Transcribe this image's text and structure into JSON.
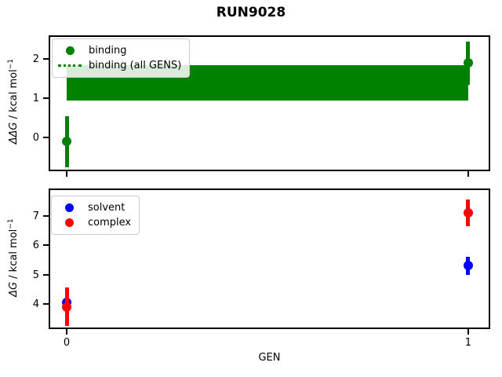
{
  "figure": {
    "title": "RUN9028"
  },
  "colors": {
    "binding": "#008000",
    "solvent": "#0000ff",
    "complex": "#ff0000"
  },
  "chart_data": [
    {
      "type": "errorbar",
      "title": "RUN9028",
      "ylabel": "ΔΔG / kcal mol⁻¹",
      "ylabel_parts": {
        "math": "ΔΔG",
        "rest": " / kcal mol",
        "sup": "−1"
      },
      "ylim": [
        -0.86,
        2.6
      ],
      "yticks": [
        0,
        1,
        2
      ],
      "x": [
        0,
        1
      ],
      "xlim": [
        -0.045,
        1.055
      ],
      "grid": false,
      "series": [
        {
          "name": "binding",
          "color": "#008000",
          "marker": "circle",
          "values": [
            -0.1,
            1.9
          ],
          "errors": [
            0.65,
            0.55
          ]
        }
      ],
      "band": {
        "name": "binding (all GENS)",
        "color": "#008000",
        "legend_style": "dotted-line",
        "y_from": 0.95,
        "y_to": 1.85,
        "x_from": 0,
        "x_to": 1
      },
      "legend": {
        "position": "upper left",
        "entries": [
          "binding",
          "binding (all GENS)"
        ]
      }
    },
    {
      "type": "errorbar",
      "xlabel": "GEN",
      "ylabel": "ΔG / kcal mol⁻¹",
      "ylabel_parts": {
        "math": "ΔG",
        "rest": " / kcal mol",
        "sup": "−1"
      },
      "ylim": [
        3.15,
        7.92
      ],
      "yticks": [
        4,
        5,
        6,
        7
      ],
      "x": [
        0,
        1
      ],
      "xticklabels": [
        "0",
        "1"
      ],
      "xlim": [
        -0.045,
        1.055
      ],
      "grid": false,
      "series": [
        {
          "name": "solvent",
          "color": "#0000ff",
          "marker": "circle",
          "values": [
            4.05,
            5.3
          ],
          "errors": [
            0.2,
            0.3
          ]
        },
        {
          "name": "complex",
          "color": "#ff0000",
          "marker": "circle",
          "values": [
            3.9,
            7.1
          ],
          "errors": [
            0.65,
            0.45
          ]
        }
      ],
      "legend": {
        "position": "upper left",
        "entries": [
          "solvent",
          "complex"
        ]
      }
    }
  ]
}
